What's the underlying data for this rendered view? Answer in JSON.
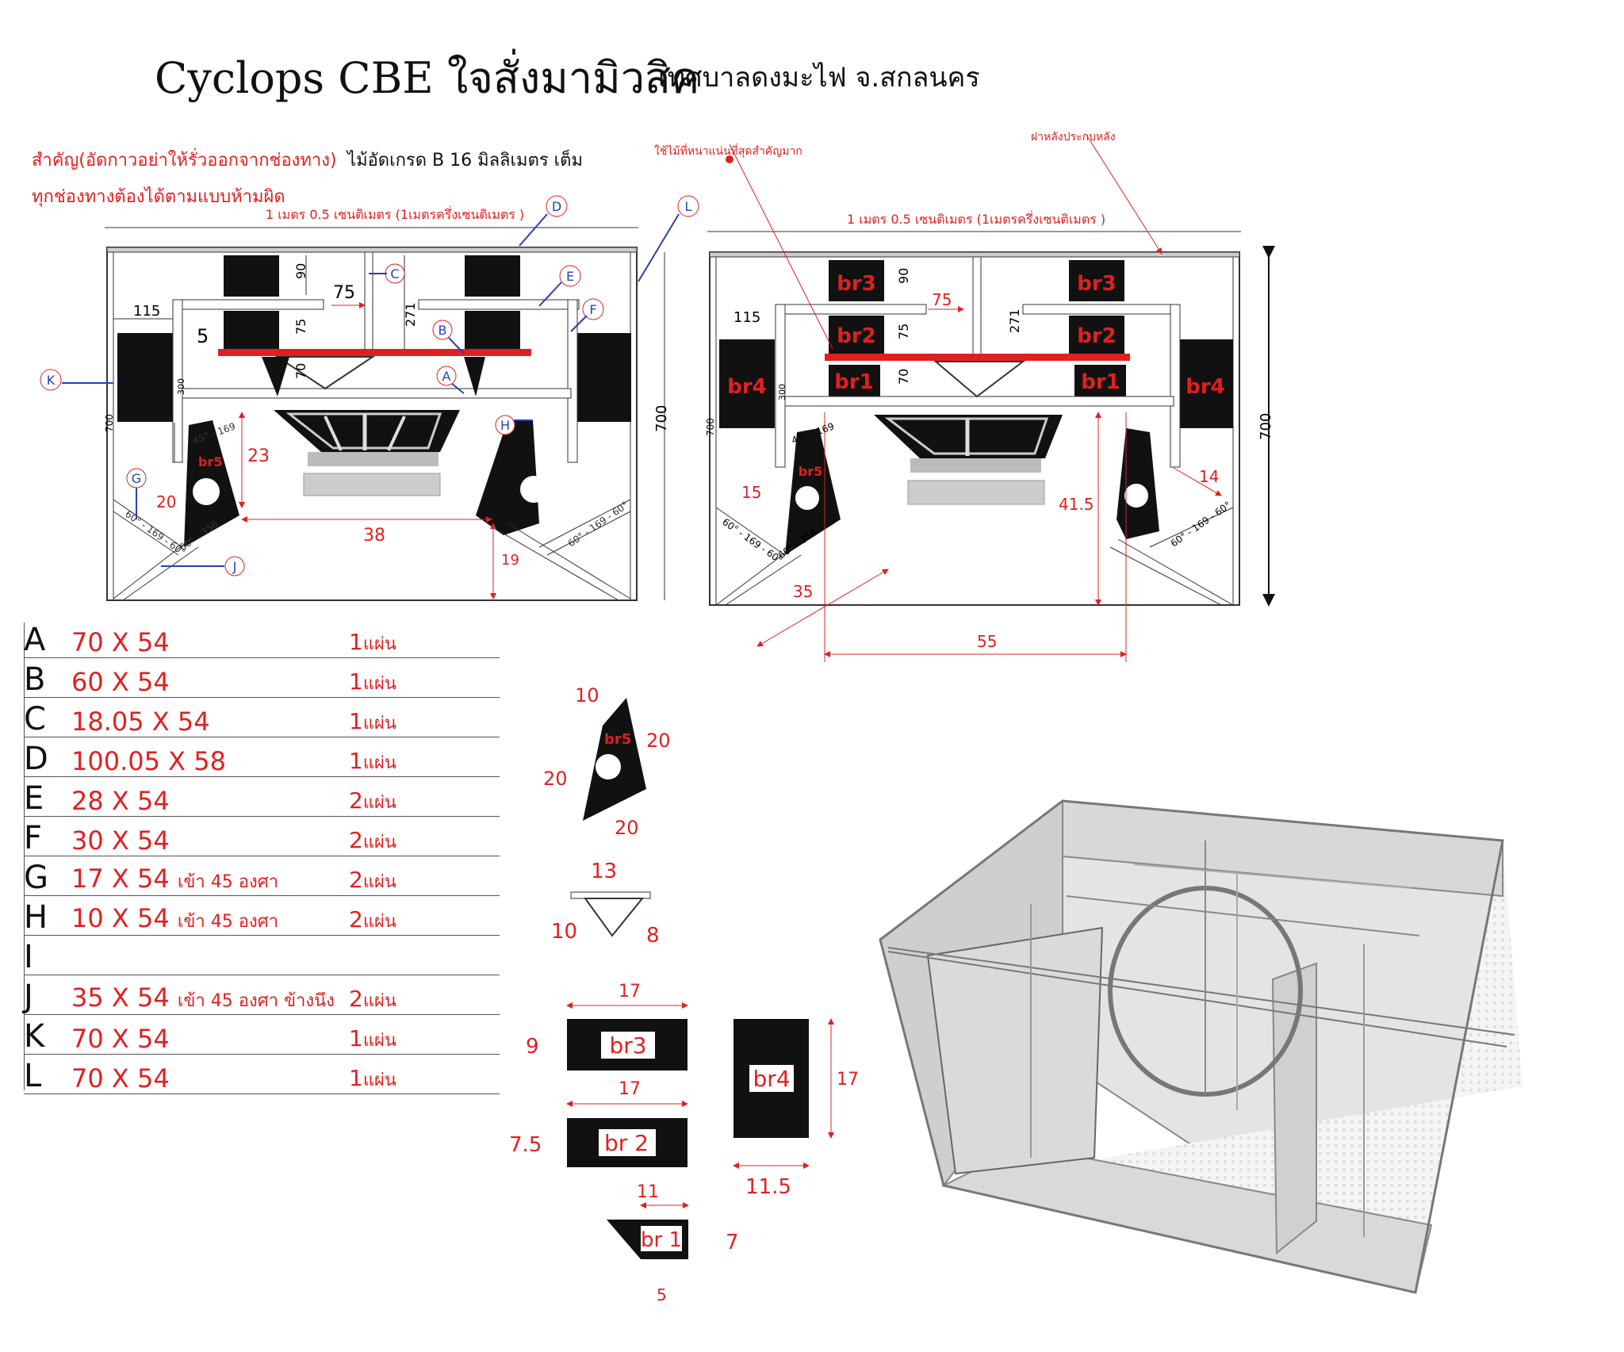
{
  "header": {
    "title": "Cyclops CBE ใจสั่งมามิวสิค",
    "subtitle": "เทศบาลดงมะไฟ จ.สกลนคร"
  },
  "notes": {
    "important": "สำคัญ(อัดกาวอย่าให้รั่วออกจากช่องทาง)",
    "material": "ไม้อัดเกรด B 16 มิลลิเมตร เต็ม",
    "all_ports": "ทุกช่องทางต้องได้ตามแบบห้ามผิด",
    "thick_wood": "ใช้ไม้ที่หนาแน่นที่สุดสำคัญมาก",
    "back_panel": "ฝาหลังประกบหลัง",
    "width_note": "1 เมตร 0.5 เซนติเมตร (1เมตรครึ่งเซนติเมตร )"
  },
  "left_drawing": {
    "callouts": [
      "D",
      "C",
      "L",
      "E",
      "F",
      "B",
      "A",
      "K",
      "H",
      "G",
      "J"
    ],
    "dims": {
      "d115": "115",
      "d75": "75",
      "d90": "90",
      "d75b": "75",
      "d70": "70",
      "d271": "271",
      "d5": "5",
      "d700": "700",
      "d700b": "700",
      "d300": "300",
      "d23": "23",
      "d20": "20",
      "d38": "38",
      "d19": "19",
      "ang1": "45° - 169",
      "ang2": "60° - 169 - 60°",
      "ang3": "60° - 356",
      "ang4": "60° - 169 - 60°",
      "br5": "br5"
    }
  },
  "right_drawing": {
    "labels": {
      "br3a": "br3",
      "br3b": "br3",
      "br2a": "br2",
      "br2b": "br2",
      "br1a": "br1",
      "br1b": "br1",
      "br4a": "br4",
      "br4b": "br4",
      "br5": "br5"
    },
    "dims": {
      "d115": "115",
      "d75": "75",
      "d90": "90",
      "d75b": "75",
      "d70": "70",
      "d271": "271",
      "d700": "700",
      "d700b": "700",
      "d300": "300",
      "d15": "15",
      "d14": "14",
      "d41_5": "41.5",
      "d35": "35",
      "d55": "55",
      "ang1": "45° - 169",
      "ang2": "60° - 169 - 60°",
      "ang3": "60° - 356",
      "ang4": "60° - 169 - 60°"
    }
  },
  "parts": [
    {
      "letter": "A",
      "dim": "70 X 54",
      "extra": "",
      "qty": "1",
      "unit": "แผ่น"
    },
    {
      "letter": "B",
      "dim": "60 X 54",
      "extra": "",
      "qty": "1",
      "unit": "แผ่น"
    },
    {
      "letter": "C",
      "dim": "18.05 X 54",
      "extra": "",
      "qty": "1",
      "unit": "แผ่น"
    },
    {
      "letter": "D",
      "dim": "100.05 X 58",
      "extra": "",
      "qty": "1",
      "unit": "แผ่น"
    },
    {
      "letter": "E",
      "dim": "28 X 54",
      "extra": "",
      "qty": "2",
      "unit": "แผ่น"
    },
    {
      "letter": "F",
      "dim": "30 X 54",
      "extra": "",
      "qty": "2",
      "unit": "แผ่น"
    },
    {
      "letter": "G",
      "dim": "17 X 54",
      "extra": "เข้า 45 องศา",
      "qty": "2",
      "unit": "แผ่น"
    },
    {
      "letter": "H",
      "dim": "10 X 54",
      "extra": "เข้า 45 องศา",
      "qty": "2",
      "unit": "แผ่น"
    },
    {
      "letter": "I",
      "dim": "",
      "extra": "",
      "qty": "",
      "unit": ""
    },
    {
      "letter": "J",
      "dim": "35 X 54",
      "extra": "เข้า 45 องศา ข้างนึง",
      "qty": "2",
      "unit": "แผ่น"
    },
    {
      "letter": "K",
      "dim": "70 X 54",
      "extra": "",
      "qty": "1",
      "unit": "แผ่น"
    },
    {
      "letter": "L",
      "dim": "70 X 54",
      "extra": "",
      "qty": "1",
      "unit": "แผ่น"
    }
  ],
  "detail_parts": {
    "br5": {
      "label": "br5",
      "d_top": "10",
      "d_right": "20",
      "d_left": "20",
      "d_bottom": "20"
    },
    "tri": {
      "d_top": "13",
      "d_left": "10",
      "d_right": "8"
    },
    "br3": {
      "label": "br3",
      "w": "17",
      "h": "9"
    },
    "br2": {
      "label": "br 2",
      "w": "17",
      "h": "7.5"
    },
    "br1": {
      "label": "br 1",
      "w": "11",
      "h": "7",
      "b": "5"
    },
    "br4": {
      "label": "br4",
      "w": "11.5",
      "h": "17"
    }
  },
  "colors": {
    "red": "#e02020",
    "black": "#111111",
    "blue": "#2a3fb0"
  }
}
